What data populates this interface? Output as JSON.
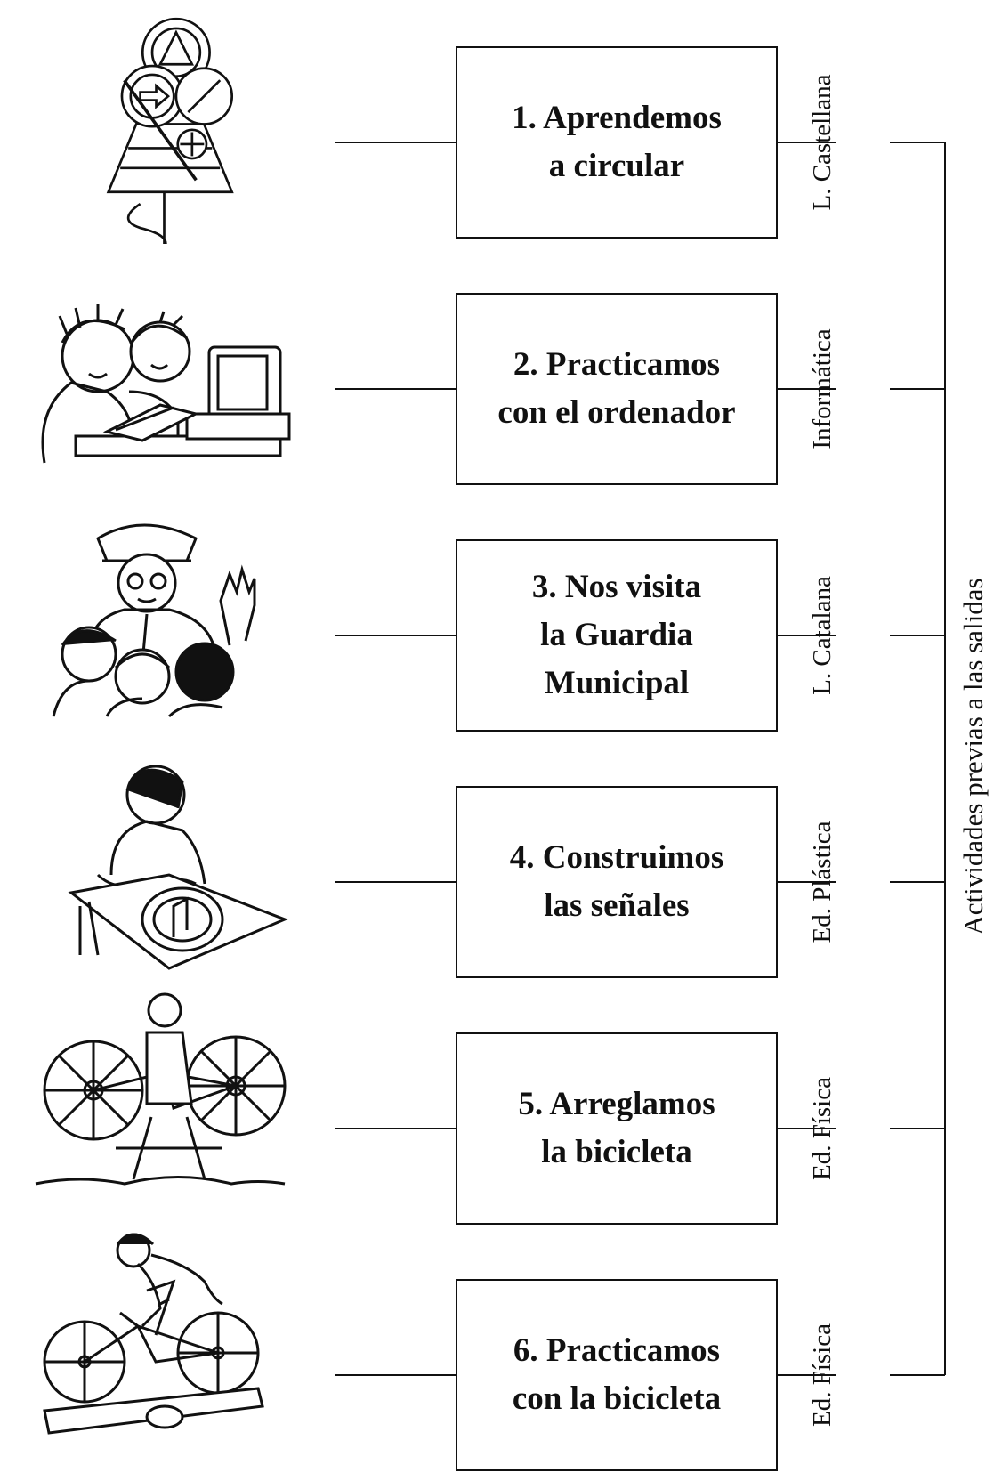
{
  "activities": [
    {
      "text": "1.  Aprendemos\na circular",
      "subject": "L. Castellana",
      "icon": "traffic-signs-icon"
    },
    {
      "text": "2.  Practicamos\ncon el ordenador",
      "subject": "Informática",
      "icon": "children-computer-icon"
    },
    {
      "text": "3.  Nos visita\nla Guardia\nMunicipal",
      "subject": "L. Catalana",
      "icon": "police-officer-icon"
    },
    {
      "text": "4.  Construimos\nlas señales",
      "subject": "Ed. Plástica",
      "icon": "making-signs-icon"
    },
    {
      "text": "5.  Arreglamos\nla bicicleta",
      "subject": "Ed. Física",
      "icon": "repairing-bicycle-icon"
    },
    {
      "text": "6.  Practicamos\ncon la bicicleta",
      "subject": "Ed. Física",
      "icon": "riding-bicycle-icon"
    }
  ],
  "group_label": "Actividades previas a las salidas",
  "line_color": "#111111"
}
